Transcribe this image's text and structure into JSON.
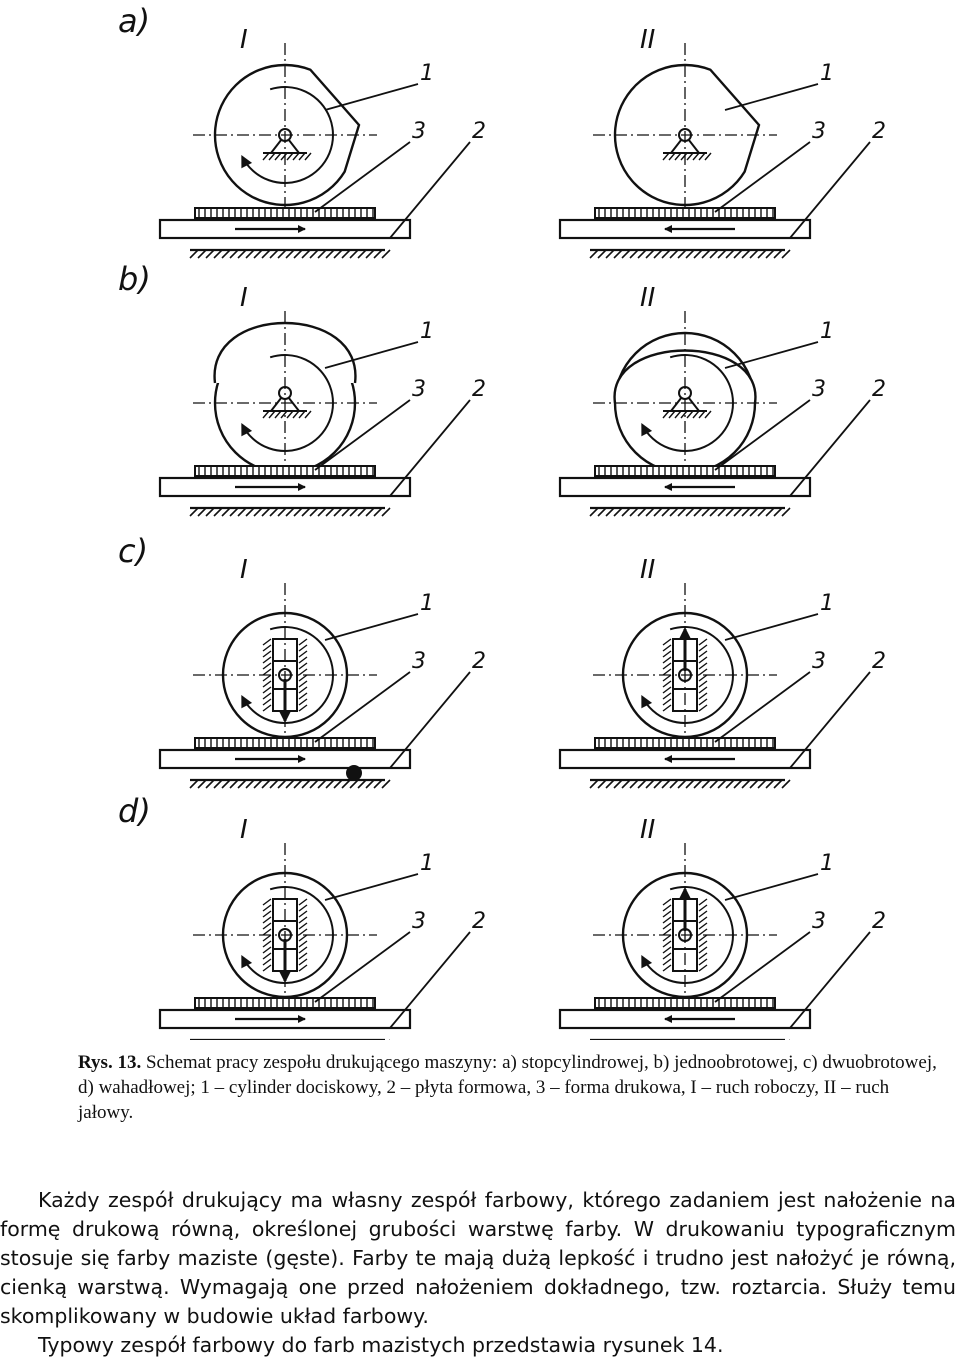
{
  "figure": {
    "rows": [
      {
        "letter": "a)",
        "left_label": "I",
        "right_label": "II",
        "type": "stop"
      },
      {
        "letter": "b)",
        "left_label": "I",
        "right_label": "II",
        "type": "single"
      },
      {
        "letter": "c)",
        "left_label": "I",
        "right_label": "II",
        "type": "double"
      },
      {
        "letter": "d)",
        "left_label": "I",
        "right_label": "II",
        "type": "swing"
      }
    ],
    "part_labels": [
      "1",
      "2",
      "3"
    ]
  },
  "caption": {
    "number": "Rys. 13.",
    "text": "Schemat pracy zespołu drukującego maszyny: a) stopcylindrowej, b) jednoobrotowej, c) dwuobrotowej, d) wahadłowej; 1 – cylinder dociskowy, 2 – płyta formowa, 3 – forma drukowa, I – ruch roboczy, II – ruch jałowy."
  },
  "body": {
    "paragraph1": "Każdy zespół drukujący ma własny zespół farbowy, którego zadaniem jest nałożenie na formę drukową równą, określonej grubości warstwę farby. W drukowaniu typograficznym stosuje się farby maziste (gęste). Farby te mają dużą lepkość i trudno jest nałożyć je równą, cienką warstwą. Wymagają one przed nałożeniem dokładnego, tzw. roztarcia. Służy temu skomplikowany w budowie układ farbowy.",
    "paragraph2": "Typowy zespół farbowy do farb mazistych przedstawia rysunek 14."
  }
}
